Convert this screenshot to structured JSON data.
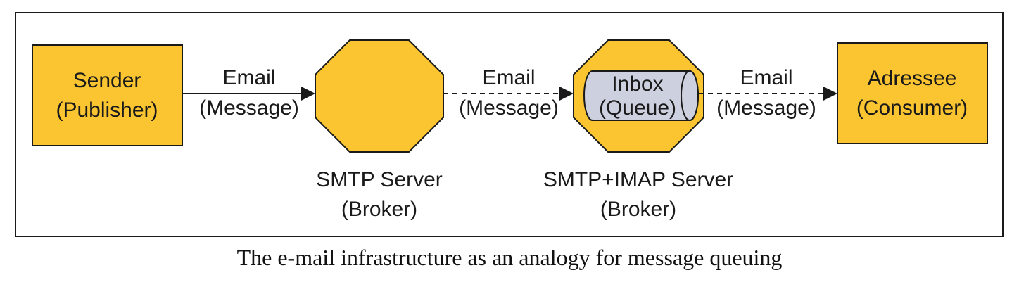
{
  "nodes": {
    "sender": {
      "line1": "Sender",
      "line2": "(Publisher)"
    },
    "smtp_server": {
      "line1": "SMTP Server",
      "line2": "(Broker)"
    },
    "imap_server": {
      "line1": "SMTP+IMAP Server",
      "line2": "(Broker)"
    },
    "inbox": {
      "line1": "Inbox",
      "line2": "(Queue)"
    },
    "addressee": {
      "line1": "Adressee",
      "line2": "(Consumer)"
    }
  },
  "edges": [
    {
      "line1": "Email",
      "line2": "(Message)",
      "style": "solid"
    },
    {
      "line1": "Email",
      "line2": "(Message)",
      "style": "dashed"
    },
    {
      "line1": "Email",
      "line2": "(Message)",
      "style": "dashed"
    }
  ],
  "caption": "The e-mail infrastructure as an analogy for message queuing",
  "colors": {
    "node_fill": "#FBC531",
    "cylinder_fill": "#CDD0DF",
    "stroke": "#1a1a1a"
  }
}
